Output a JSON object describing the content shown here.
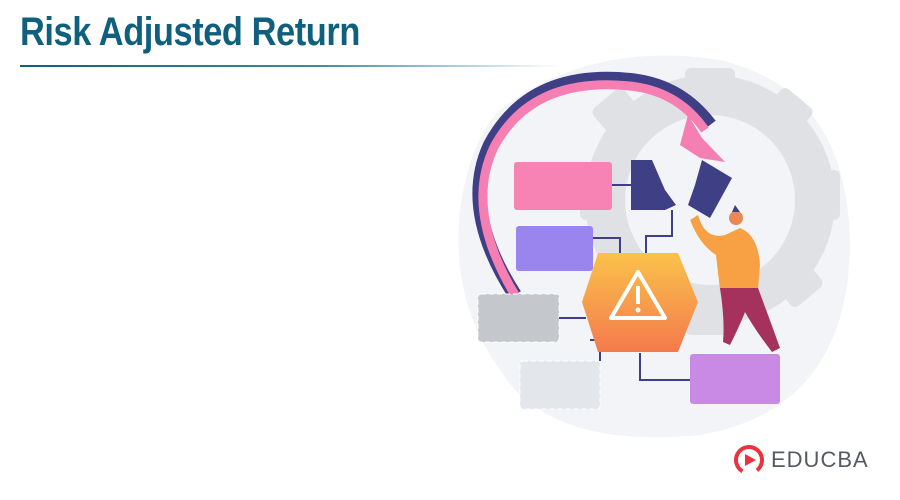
{
  "header": {
    "title": "Risk Adjusted Return"
  },
  "illustration": {
    "description": "Flowchart with broken link, warning hexagon, person holding block, gear background",
    "icons": [
      "gear-icon",
      "curved-arrow-icon",
      "warning-icon",
      "person-figure"
    ],
    "colors": {
      "pink": "#f57fb2",
      "purple": "#9b82ee",
      "navy": "#3f3f85",
      "orange": "#f7a144",
      "gray": "#c4c7cc",
      "lilac": "#c98ae6",
      "gear": "#e4e6ea"
    }
  },
  "brand": {
    "name": "EDUCBA",
    "accent": "#e8343f"
  }
}
